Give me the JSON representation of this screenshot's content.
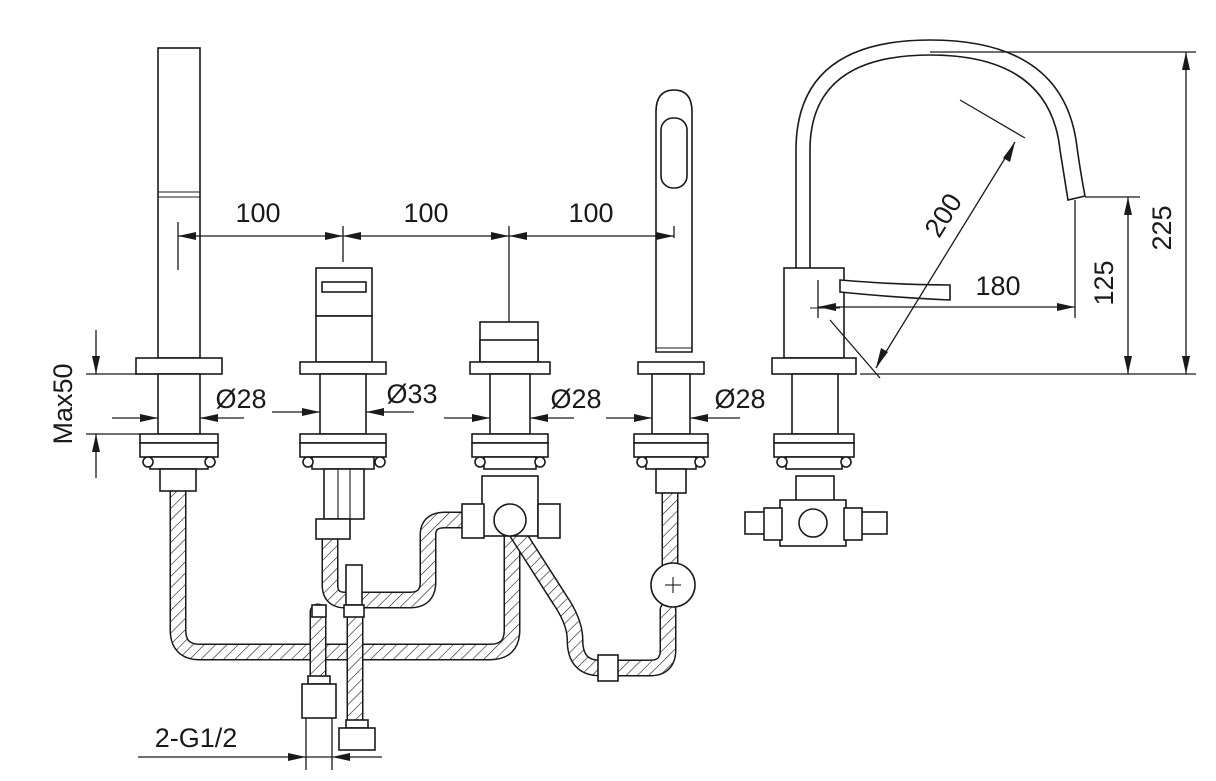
{
  "dimensions": {
    "spacing_1": "100",
    "spacing_2": "100",
    "spacing_3": "100",
    "hole_1": "Ø28",
    "hole_2": "Ø33",
    "hole_3": "Ø28",
    "hole_4": "Ø28",
    "max_thickness": "Max50",
    "inlet": "2-G1/2",
    "spout_diagonal": "200",
    "spout_reach": "180",
    "spout_outlet_height": "125",
    "spout_total_height": "225"
  }
}
